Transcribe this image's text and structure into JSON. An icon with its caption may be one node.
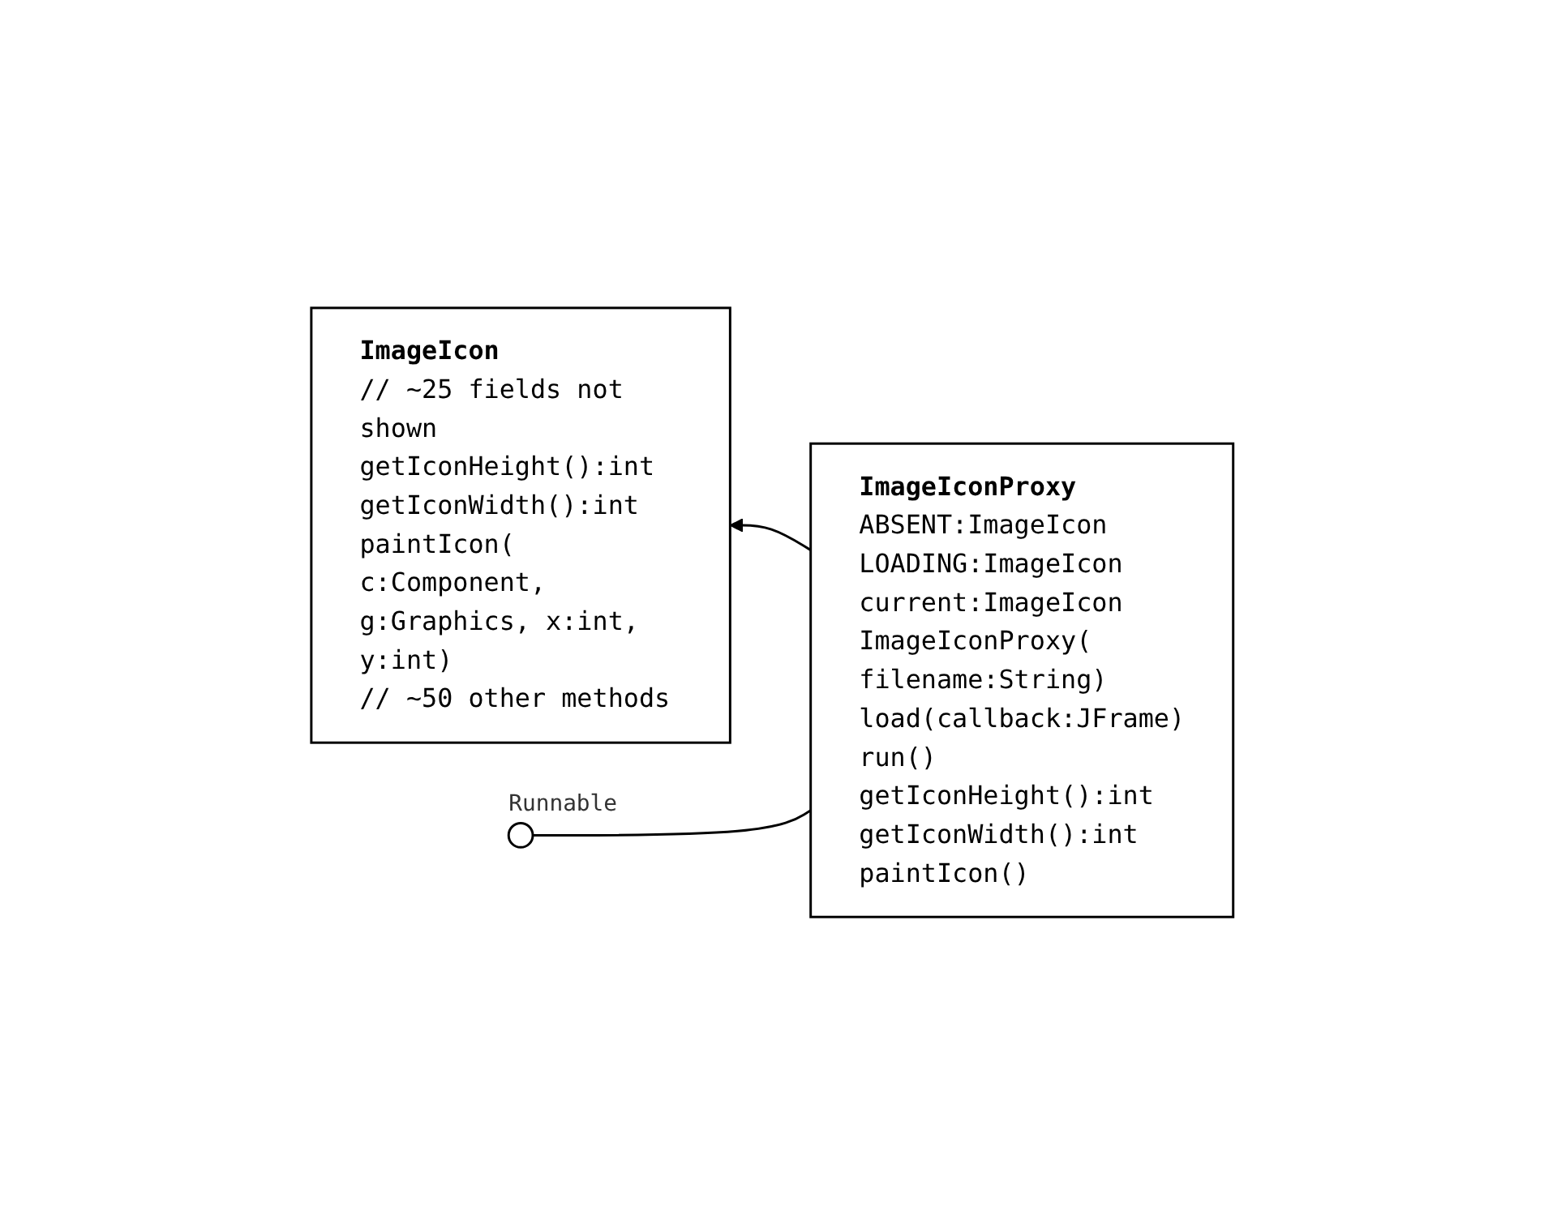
{
  "diagram": {
    "nodes": [
      {
        "text": [
          "ImageIcon",
          "// ~25 fields not shown",
          "getIconHeight():int",
          "getIconWidth():int",
          "paintIcon( c:Component, g:Graphics, x:int, y:int)",
          "// ~50 other methods"
        ]
      },
      {
        "text": [
          "ImageIconProxy",
          "ABSENT:ImageIcon",
          "LOADING:ImageIcon",
          "current:ImageIcon",
          "ImageIconProxy( filename:String)",
          "load(callback:JFrame)",
          "run()",
          "getIconHeight():int",
          "getIconWidth():int",
          "paintIcon()"
        ]
      },
      {
        "text": [],
        "shape": "circle",
        "beside": [
          "Runnable"
        ]
      }
    ],
    "edges": [
      {
        "from": 1,
        "to": 0,
        "arrow": "to"
      },
      {
        "from": 1,
        "to": 2,
        "arrow": "none"
      }
    ]
  }
}
